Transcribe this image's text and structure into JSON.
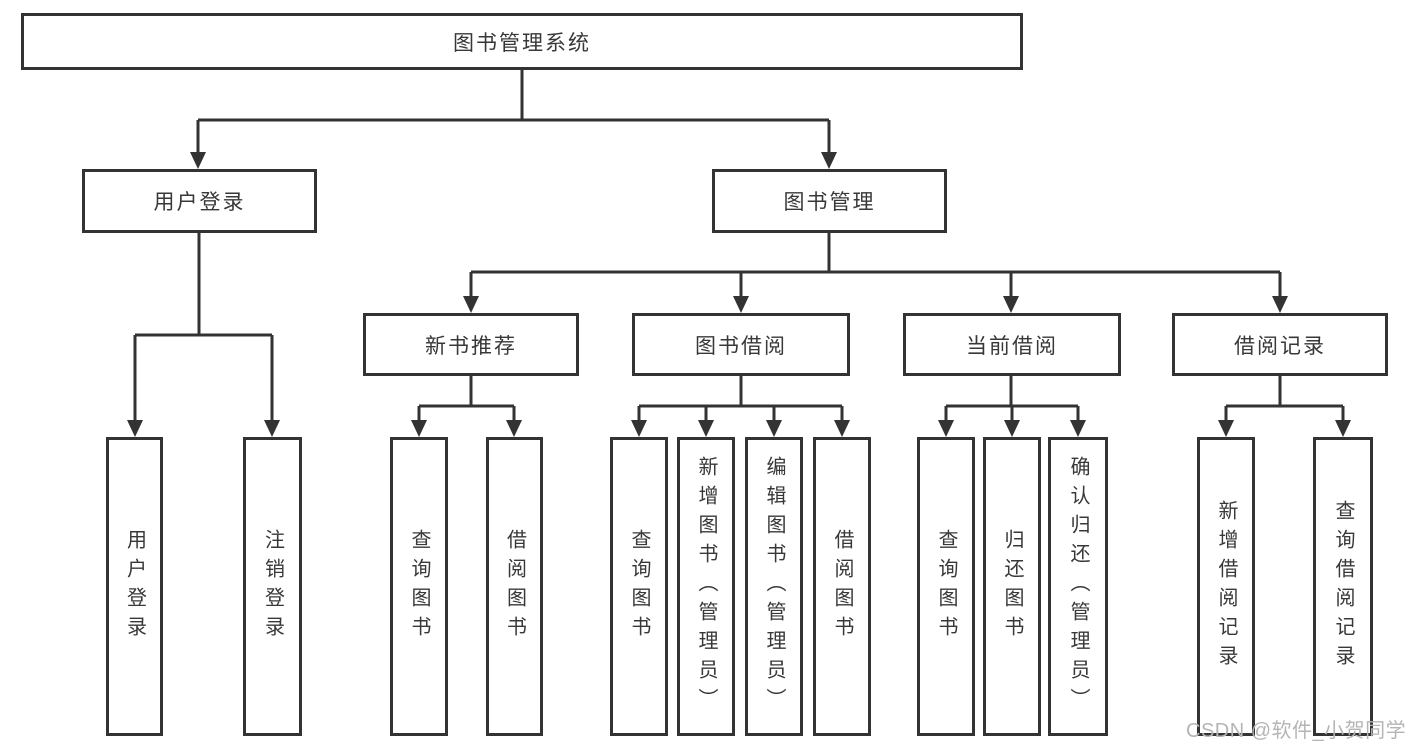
{
  "tree": {
    "root": {
      "label": "图书管理系统",
      "children": [
        {
          "label": "用户登录",
          "children": [
            {
              "label": "用户登录"
            },
            {
              "label": "注销登录"
            }
          ]
        },
        {
          "label": "图书管理",
          "children": [
            {
              "label": "新书推荐",
              "children": [
                {
                  "label": "查询图书"
                },
                {
                  "label": "借阅图书"
                }
              ]
            },
            {
              "label": "图书借阅",
              "children": [
                {
                  "label": "查询图书"
                },
                {
                  "label": "新增图书（管理员）"
                },
                {
                  "label": "编辑图书（管理员）"
                },
                {
                  "label": "借阅图书"
                }
              ]
            },
            {
              "label": "当前借阅",
              "children": [
                {
                  "label": "查询图书"
                },
                {
                  "label": "归还图书"
                },
                {
                  "label": "确认归还（管理员）"
                }
              ]
            },
            {
              "label": "借阅记录",
              "children": [
                {
                  "label": "新增借阅记录"
                },
                {
                  "label": "查询借阅记录"
                }
              ]
            }
          ]
        }
      ]
    }
  },
  "watermark": "CSDN @软件_小贺同学",
  "colors": {
    "line": "#333333",
    "text": "#383838",
    "watermark": "#b5b5b5",
    "background": "#ffffff"
  }
}
